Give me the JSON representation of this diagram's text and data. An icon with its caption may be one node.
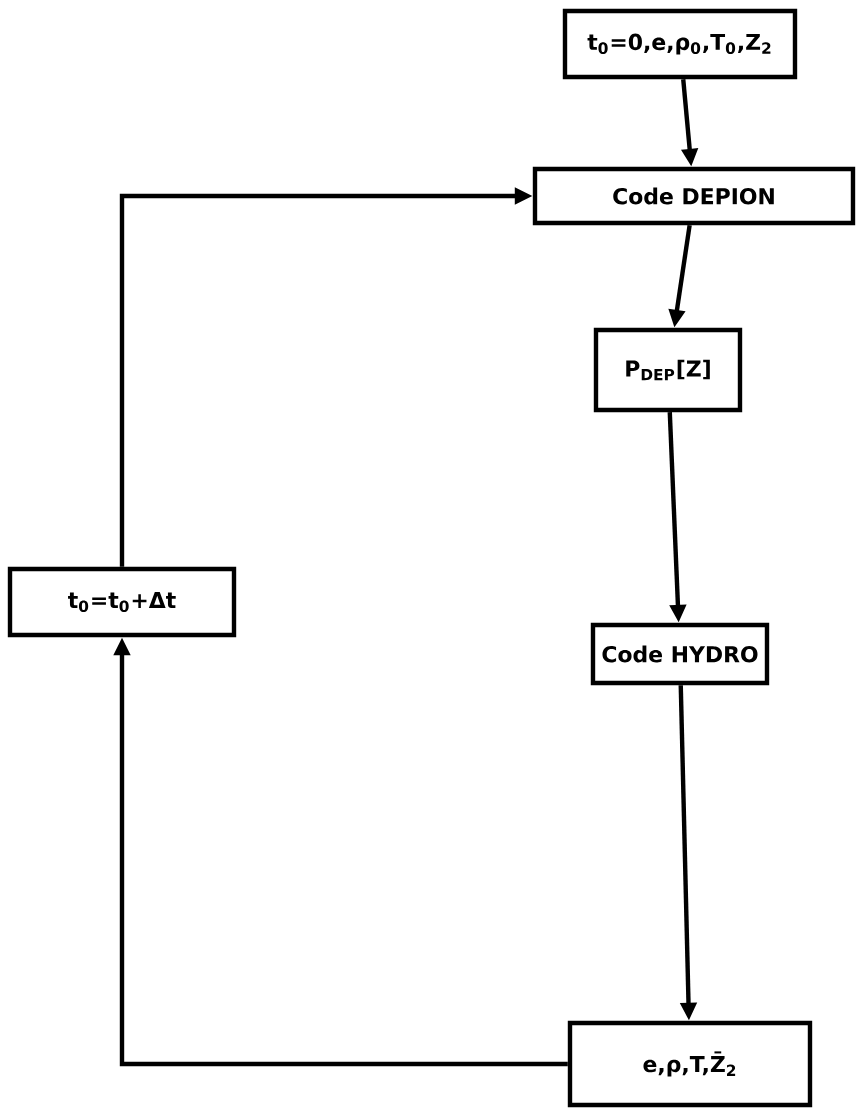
{
  "diagram": {
    "nodes": [
      {
        "text": [
          "t$_{0}$=0,e,ρ$_{0}$,T$_{0}$,Z$_{2}$"
        ]
      },
      {
        "text": [
          "Code DEPION"
        ]
      },
      {
        "text": [
          "P$_{DEP}$[Z]"
        ]
      },
      {
        "text": [
          "Code HYDRO"
        ]
      },
      {
        "text": [
          "e,ρ,T,Z̄$_{2}$"
        ]
      },
      {
        "text": [
          "t$_{0}$=t$_{0}$+Δt"
        ]
      }
    ],
    "edges": [
      {
        "from": 0,
        "to": 1,
        "arrow": "to"
      },
      {
        "from": 1,
        "to": 2,
        "arrow": "to"
      },
      {
        "from": 2,
        "to": 3,
        "arrow": "to"
      },
      {
        "from": 3,
        "to": 4,
        "arrow": "to"
      },
      {
        "from": 4,
        "to": 5,
        "arrow": "to"
      },
      {
        "from": 5,
        "to": 1,
        "arrow": "to"
      }
    ]
  }
}
